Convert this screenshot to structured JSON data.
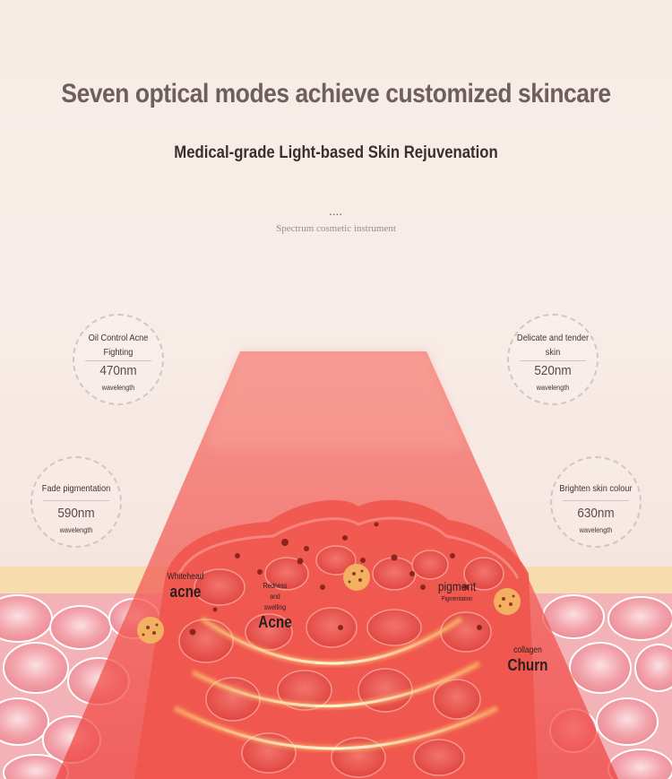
{
  "header": {
    "title": "Seven optical modes achieve customized skincare",
    "subtitle": "Medical-grade Light-based Skin Rejuvenation",
    "dots": "....",
    "caption": "Spectrum cosmetic instrument"
  },
  "modes": [
    {
      "label": "Oil Control Acne Fighting",
      "wavelength": "470nm",
      "unit": "wavelength"
    },
    {
      "label": "Delicate and tender skin",
      "wavelength": "520nm",
      "unit": "wavelength"
    },
    {
      "label": "Fade pigmentation",
      "wavelength": "590nm",
      "unit": "wavelength"
    },
    {
      "label": "Brighten skin colour",
      "wavelength": "630nm",
      "unit": "wavelength"
    }
  ],
  "skin_tags": {
    "whitehead": {
      "small": "Whitehead",
      "big": "acne"
    },
    "redness": {
      "small": "Redness and swelling",
      "big": "Acne"
    },
    "pigment": {
      "big": "pigment",
      "small": "Pigmentation"
    },
    "collagen": {
      "small": "collagen",
      "big": "Churn"
    }
  },
  "colors": {
    "light_beam": "#f2504a",
    "skin_base": "#f4a8ac",
    "skin_layer": "#f7d8a8",
    "title_text": "#6e5f5f"
  }
}
